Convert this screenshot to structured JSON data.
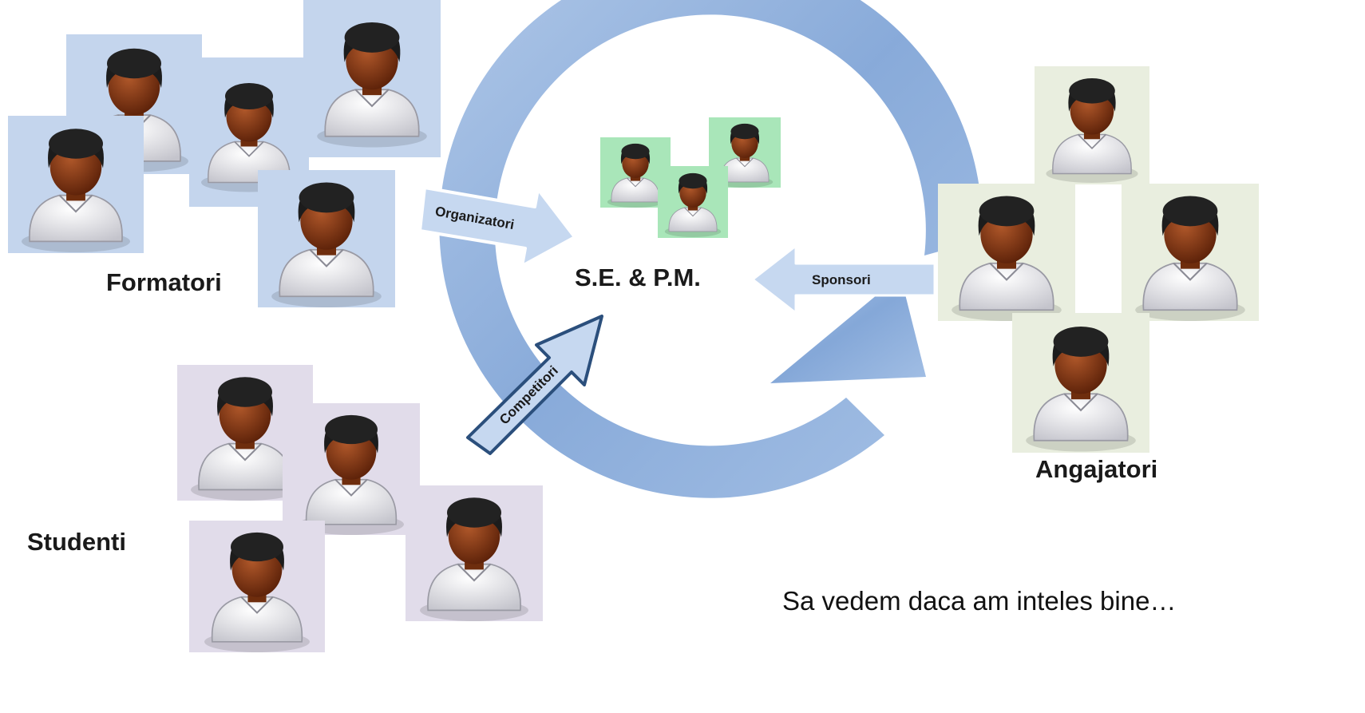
{
  "groups": {
    "formatori": {
      "label": "Formatori",
      "tile_color": "#c4d5ed"
    },
    "studenti": {
      "label": "Studenti",
      "tile_color": "#e1dcea"
    },
    "angajatori": {
      "label": "Angajatori",
      "tile_color": "#e9eedf"
    },
    "center": {
      "label": "S.E. & P.M.",
      "tile_color": "#a9e6b9"
    }
  },
  "arrows": {
    "organizatori": "Organizatori",
    "competitori": "Competitori",
    "sponsori": "Sponsori"
  },
  "cycle_color": "#8fb0dc",
  "footer_text": "Sa vedem daca am inteles bine…",
  "icons": {
    "person": "person-icon"
  }
}
